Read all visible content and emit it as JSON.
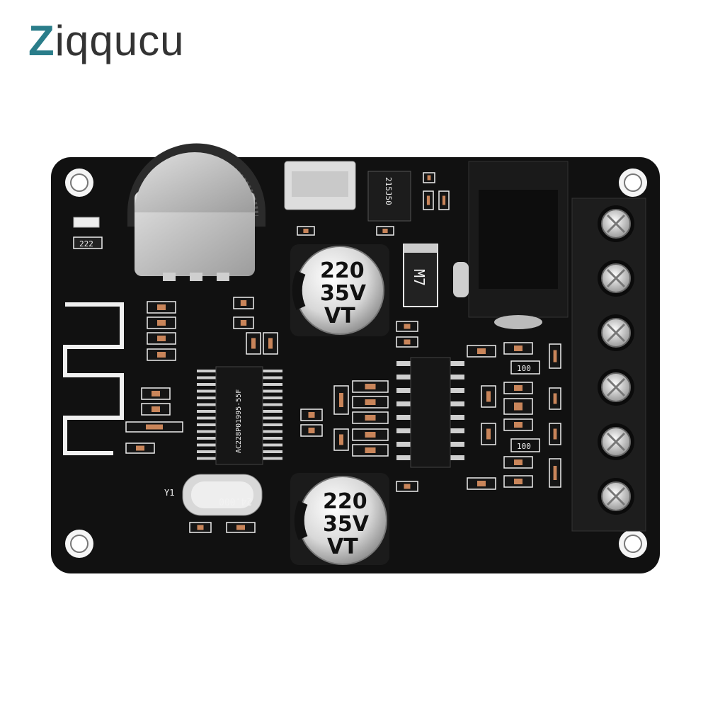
{
  "brand": {
    "first": "Z",
    "rest": "iqqucu",
    "color_first": "#2a7d8a"
  },
  "capacitors": [
    {
      "line1": "220",
      "line2": "35V",
      "line3": "VT"
    },
    {
      "line1": "220",
      "line2": "35V",
      "line3": "VT"
    }
  ],
  "labels": {
    "chip_marking": "AC228P01995-55F",
    "crystal": "24.000",
    "crystal_ref": "Y1",
    "diode": "M7",
    "regulator": "215J50",
    "resistor_a": "100",
    "resistor_b": "100",
    "smd_222": "222"
  },
  "colors": {
    "board": "#111111",
    "silkscreen": "#f2f2f2",
    "brand": "#2a7d8a"
  }
}
